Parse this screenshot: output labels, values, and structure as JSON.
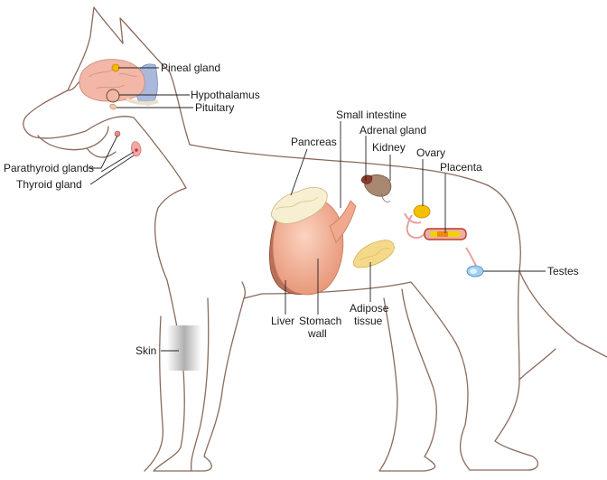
{
  "labels": {
    "pineal_gland": "Pineal gland",
    "hypothalamus": "Hypothalamus",
    "pituitary": "Pituitary",
    "parathyroid_glands": "Parathyroid glands",
    "thyroid_gland": "Thyroid gland",
    "small_intestine": "Small intestine",
    "adrenal_gland": "Adrenal gland",
    "kidney": "Kidney",
    "pancreas": "Pancreas",
    "ovary": "Ovary",
    "placenta": "Placenta",
    "testes": "Testes",
    "liver": "Liver",
    "stomach_wall_1": "Stomach",
    "stomach_wall_2": "wall",
    "adipose_tissue_1": "Adipose",
    "adipose_tissue_2": "tissue",
    "skin": "Skin"
  },
  "colors": {
    "outline": "#8a6a5c",
    "brain": "#f2b7a6",
    "cerebellum": "#a9b8dc",
    "pineal": "#f5b800",
    "stomach": "#f0a98c",
    "liver": "#b8705a",
    "pancreas": "#f7efd2",
    "adipose": "#f5d98a",
    "kidney": "#a88870",
    "ovary": "#f5c000",
    "placenta": "#c0392b",
    "testes": "#6fb4e8",
    "thyroid": "#e88c8c",
    "skin": "#b5b5b5"
  }
}
